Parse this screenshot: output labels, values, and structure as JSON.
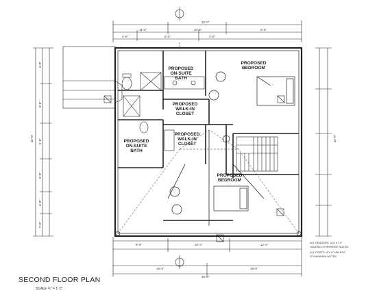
{
  "plan": {
    "title": "SECOND FLOOR PLAN",
    "scale": "SCALE ¼\" = 1'-0\""
  },
  "rooms": {
    "bath_upper": [
      "PROPOSED",
      "ON-SUITE",
      "BATH"
    ],
    "bedroom_upper": [
      "PROPOSED",
      "BEDROOM"
    ],
    "closet_upper": [
      "PROPOSED",
      "WALK-IN",
      "CLOSET"
    ],
    "bath_lower": [
      "PROPOSED",
      "ON-SUITE",
      "BATH"
    ],
    "closet_lower": [
      "PROPOSED",
      "WALK-IN",
      "CLOSET"
    ],
    "bedroom_lower": [
      "PROPOSED",
      "BEDROOM"
    ]
  },
  "dimensions": {
    "top_overall": "32'-0\"",
    "top_segments": [
      "11'-0\"",
      "10'-6\"",
      "9'-4\""
    ],
    "top_small": [
      "4'-0\"",
      "8'-0\"",
      "4'-0\""
    ],
    "bottom_segments": [
      "9'-8\"",
      "10'-4\"",
      "12'-0\""
    ],
    "bottom_mid": [
      "16'-0\"",
      "16'-0\""
    ],
    "bottom_overall": "32'-0\"",
    "left_overall": "32'-0\"",
    "right_overall": "32'-0\"",
    "left_segments": [
      "4'-0\"",
      "6'-6\"",
      "5'-6\"",
      "5'-0\"",
      "4'-0\"",
      "7'-0\""
    ]
  },
  "notes": {
    "general": [
      "ALL HEADERS: (2)2 X 10\"",
      "UNLESS OTHERWISE NOTED",
      "ALL POSTS: 4 X 6\" UNLESS",
      "OTHERWISE NOTED"
    ]
  }
}
